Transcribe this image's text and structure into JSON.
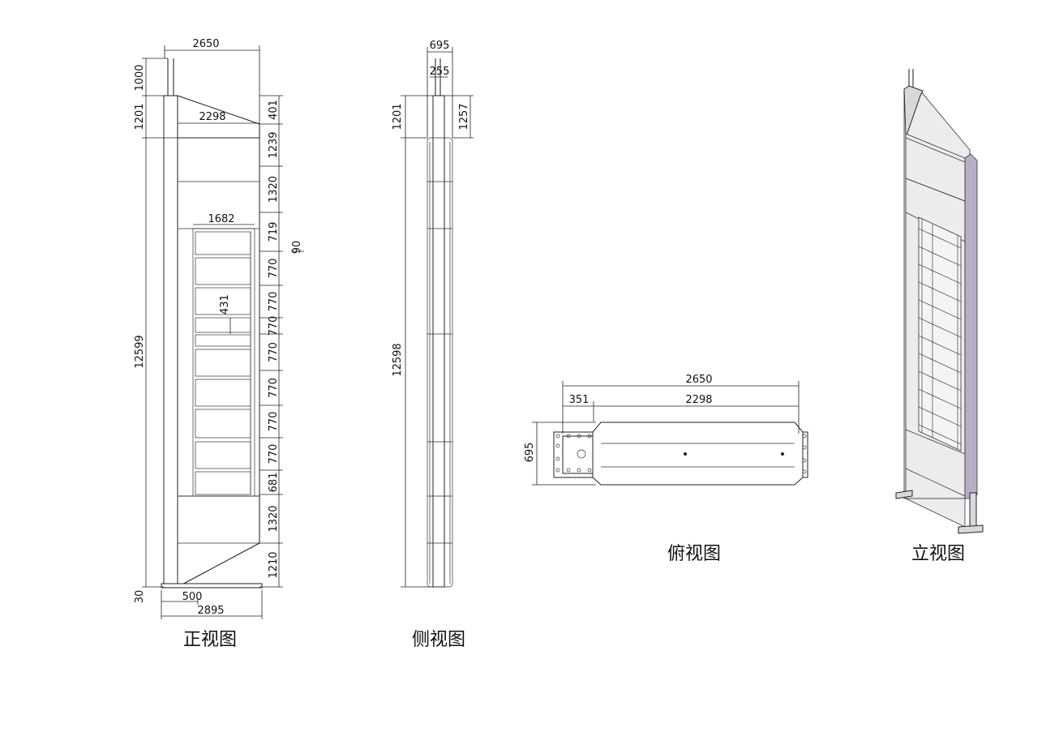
{
  "views": {
    "front": {
      "title": "正视图",
      "top_width": "2650",
      "inner_width": "2298",
      "window_width": "1682",
      "window_inner": "431",
      "base_offset": "500",
      "base_width": "2895",
      "left_dims": [
        "1000",
        "1201",
        "12599",
        "30"
      ],
      "right_dims": [
        "401",
        "1239",
        "1320",
        "719",
        "770",
        "770",
        "770",
        "770",
        "770",
        "770",
        "770",
        "681",
        "1320",
        "1210"
      ],
      "side_offset": "90"
    },
    "side": {
      "title": "侧视图",
      "depth": "695",
      "pole": "255",
      "left_dims": [
        "1201",
        "12598"
      ],
      "right_dims": [
        "1257"
      ]
    },
    "top": {
      "title": "俯视图",
      "overall": "2650",
      "offset": "351",
      "inner": "2298",
      "depth": "695"
    },
    "iso": {
      "title": "立视图"
    }
  },
  "colors": {
    "line": "#1a1a1a",
    "panel_grey": "#d9d9db",
    "panel_purple": "#b9aec8"
  }
}
